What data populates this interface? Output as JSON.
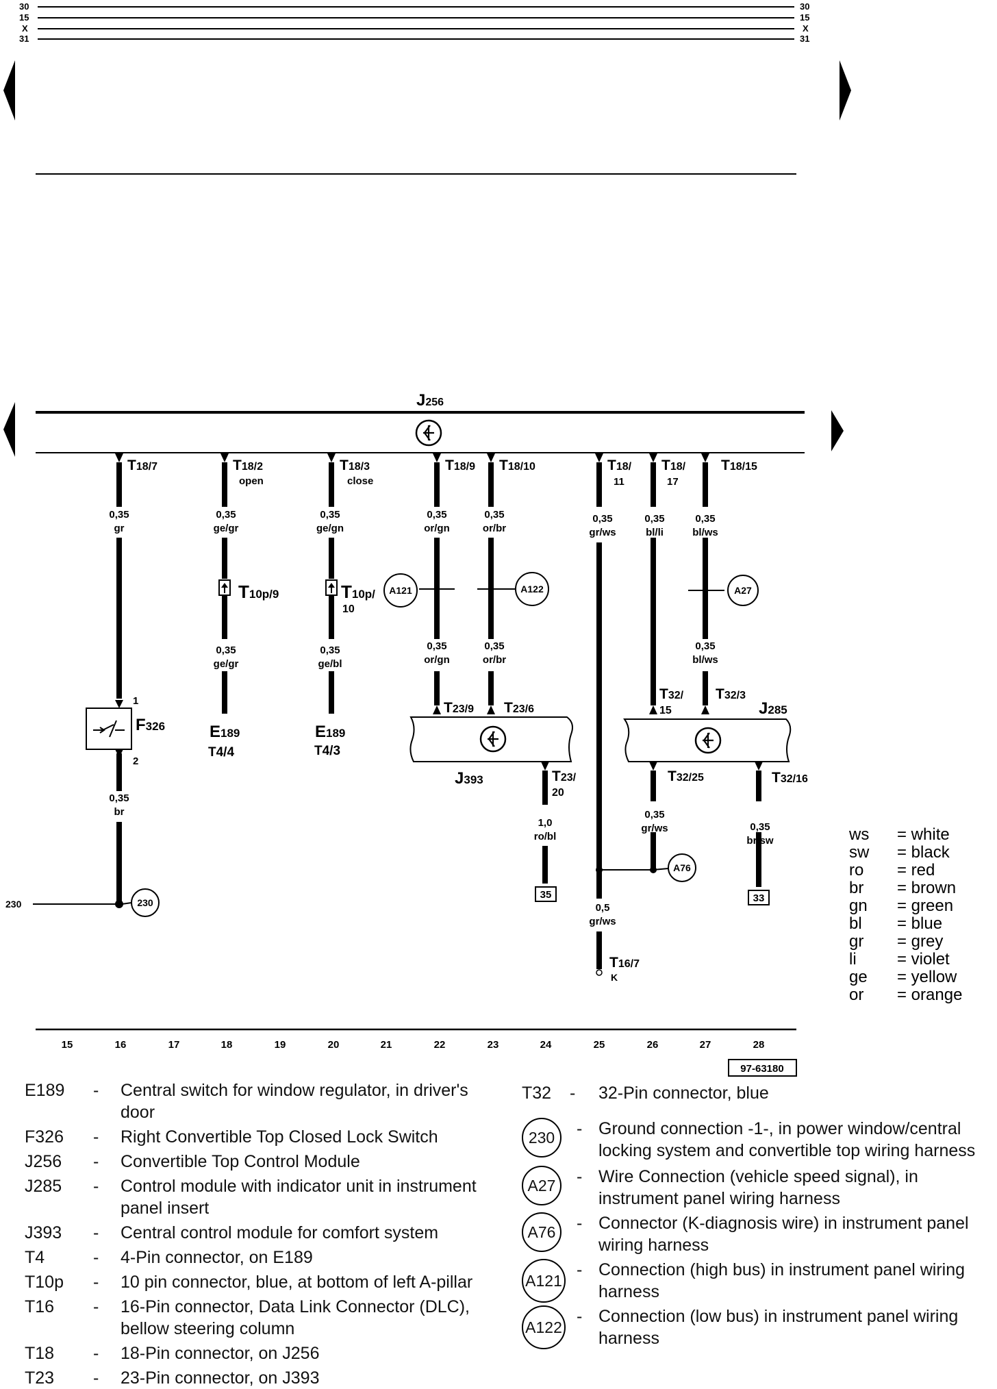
{
  "rails": [
    {
      "label": "30"
    },
    {
      "label": "15"
    },
    {
      "label": "X"
    },
    {
      "label": "31"
    }
  ],
  "module": {
    "name": "J",
    "sub": "256"
  },
  "top_connectors": [
    {
      "main": "T",
      "sub": "18/7"
    },
    {
      "main": "T",
      "sub": "18/2",
      "note": "open"
    },
    {
      "main": "T",
      "sub": "18/3",
      "note": "close"
    },
    {
      "main": "T",
      "sub": "18/9"
    },
    {
      "main": "T",
      "sub": "18/10"
    },
    {
      "main": "T",
      "sub": "18/",
      "line2": "11"
    },
    {
      "main": "T",
      "sub": "18/",
      "line2": "17"
    },
    {
      "main": "T",
      "sub": "18/15"
    }
  ],
  "wire_labels": [
    {
      "size": "0,35",
      "color": "gr"
    },
    {
      "size": "0,35",
      "color": "ge/gr"
    },
    {
      "size": "0,35",
      "color": "ge/gn"
    },
    {
      "size": "0,35",
      "color": "or/gn"
    },
    {
      "size": "0,35",
      "color": "or/br"
    },
    {
      "size": "0,35",
      "color": "gr/ws"
    },
    {
      "size": "0,35",
      "color": "bl/li"
    },
    {
      "size": "0,35",
      "color": "bl/ws"
    },
    {
      "size": "0,35",
      "color": "ge/gr"
    },
    {
      "size": "0,35",
      "color": "ge/bl"
    },
    {
      "size": "0,35",
      "color": "or/gn"
    },
    {
      "size": "0,35",
      "color": "or/br"
    },
    {
      "size": "0,35",
      "color": "bl/ws"
    },
    {
      "size": "0,35",
      "color": "br"
    },
    {
      "size": "1,0",
      "color": "ro/bl"
    },
    {
      "size": "0,35",
      "color": "gr/ws"
    },
    {
      "size": "0,35",
      "color": "br/sw"
    },
    {
      "size": "0,5",
      "color": "gr/ws"
    }
  ],
  "t10p": [
    {
      "main": "T",
      "sub": "10p/9"
    },
    {
      "main": "T",
      "sub": "10p/",
      "line2": "10"
    }
  ],
  "components": {
    "e189_a": {
      "name": "E",
      "sub": "189",
      "pin": "T4/4"
    },
    "e189_b": {
      "name": "E",
      "sub": "189",
      "pin": "T4/3"
    },
    "f326": {
      "name": "F",
      "sub": "326",
      "pin1": "1",
      "pin2": "2"
    },
    "j393": {
      "name": "J",
      "sub": "393"
    },
    "j285": {
      "name": "J",
      "sub": "285"
    }
  },
  "j393_connectors": [
    {
      "main": "T",
      "sub": "23/9"
    },
    {
      "main": "T",
      "sub": "23/6"
    },
    {
      "main": "T",
      "sub": "23/",
      "line2": "20"
    }
  ],
  "j285_connectors": [
    {
      "main": "T",
      "sub": "32/",
      "line2": "15"
    },
    {
      "main": "T",
      "sub": "32/3"
    },
    {
      "main": "T",
      "sub": "32/25"
    },
    {
      "main": "T",
      "sub": "32/16"
    }
  ],
  "t16": {
    "main": "T",
    "sub": "16/7",
    "note": "K"
  },
  "circles": [
    {
      "label": "A121"
    },
    {
      "label": "A122"
    },
    {
      "label": "A27"
    },
    {
      "label": "A76"
    },
    {
      "label": "230"
    }
  ],
  "ground_label": "230",
  "refs": [
    {
      "label": "35"
    },
    {
      "label": "33"
    }
  ],
  "tracks": [
    "15",
    "16",
    "17",
    "18",
    "19",
    "20",
    "21",
    "22",
    "23",
    "24",
    "25",
    "26",
    "27",
    "28"
  ],
  "figure_id": "97-63180",
  "color_legend": [
    {
      "code": "ws",
      "name": "= white"
    },
    {
      "code": "sw",
      "name": "= black"
    },
    {
      "code": "ro",
      "name": "= red"
    },
    {
      "code": "br",
      "name": "= brown"
    },
    {
      "code": "gn",
      "name": "= green"
    },
    {
      "code": "bl",
      "name": "= blue"
    },
    {
      "code": "gr",
      "name": "= grey"
    },
    {
      "code": "li",
      "name": "= violet"
    },
    {
      "code": "ge",
      "name": "= yellow"
    },
    {
      "code": "or",
      "name": "= orange"
    }
  ],
  "descriptions_left": [
    {
      "code": "E189",
      "dash": "-",
      "text": "Central switch for window regulator, in driver's door"
    },
    {
      "code": "F326",
      "dash": "-",
      "text": "Right Convertible Top Closed Lock Switch"
    },
    {
      "code": "J256",
      "dash": "-",
      "text": "Convertible Top Control Module"
    },
    {
      "code": "J285",
      "dash": "-",
      "text": "Control module with indicator unit in instrument panel insert"
    },
    {
      "code": "J393",
      "dash": "-",
      "text": "Central control module for comfort system"
    },
    {
      "code": "T4",
      "dash": "-",
      "text": "4-Pin connector, on E189"
    },
    {
      "code": "T10p",
      "dash": "-",
      "text": "10 pin connector, blue, at bottom of left A-pillar"
    },
    {
      "code": "T16",
      "dash": "-",
      "text": "16-Pin connector, Data Link Connector (DLC), bellow steering column"
    },
    {
      "code": "T18",
      "dash": "-",
      "text": "18-Pin connector, on J256"
    },
    {
      "code": "T23",
      "dash": "-",
      "text": "23-Pin connector, on J393"
    }
  ],
  "descriptions_right": [
    {
      "code": "T32",
      "dash": "-",
      "text": "32-Pin connector, blue"
    },
    {
      "code": "230",
      "dash": "-",
      "text": "Ground connection -1-, in power window/central locking system and convertible top wiring harness"
    },
    {
      "code": "A27",
      "dash": "-",
      "text": "Wire Connection (vehicle speed signal), in instrument panel  wiring harness"
    },
    {
      "code": "A76",
      "dash": "-",
      "text": "Connector (K-diagnosis wire) in instrument panel wiring harness"
    },
    {
      "code": "A121",
      "dash": "-",
      "text": "Connection (high bus) in instrument panel wiring harness"
    },
    {
      "code": "A122",
      "dash": "-",
      "text": "Connection (low bus) in instrument panel wiring harness"
    }
  ]
}
